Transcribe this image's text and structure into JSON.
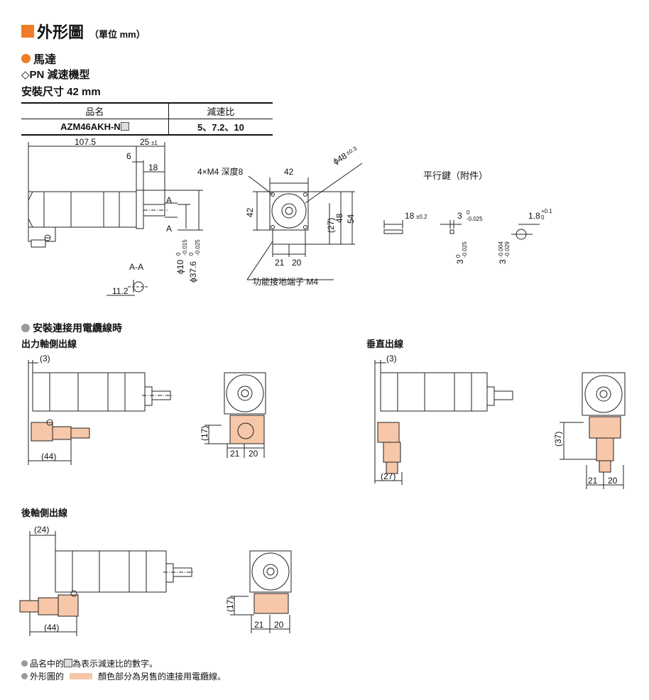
{
  "header": {
    "title": "外形圖",
    "unit": "（單位 mm）"
  },
  "section": {
    "motor": "馬達",
    "type": "◇PN 減速機型",
    "size": "安裝尺寸 42 mm"
  },
  "spec_table": {
    "headers": [
      "品名",
      "減速比"
    ],
    "row": {
      "name": "AZM46AKH-N",
      "ratio": "5、7.2、10"
    }
  },
  "main_drawing": {
    "dims": [
      "107.5",
      "25",
      "±1",
      "6",
      "18",
      "A",
      "A",
      "A-A",
      "11.2",
      "ϕ10",
      "0",
      "-0.015",
      "ϕ37.6",
      "0",
      "-0.025",
      "4×M4 深度8",
      "42",
      "ϕ48",
      "±0.3",
      "42",
      "(27)",
      "48",
      "54",
      "21",
      "20",
      "功能接地端子 M4"
    ],
    "key_title": "平行鍵（附件）",
    "key_dims": [
      "18",
      "±0.2",
      "3",
      "0",
      "-0.025",
      "3",
      "0",
      "-0.025",
      "3",
      "-0.004",
      "-0.029",
      "1.8",
      "+0.1",
      "0"
    ]
  },
  "cable_section": {
    "title": "安裝連接用電纜線時",
    "output": {
      "title": "出力軸側出線",
      "dims": [
        "(3)",
        "(44)",
        "(17)",
        "21",
        "20"
      ]
    },
    "vertical": {
      "title": "垂直出線",
      "dims": [
        "(3)",
        "(27)",
        "(37)",
        "21",
        "20"
      ]
    },
    "rear": {
      "title": "後軸側出線",
      "dims": [
        "(24)",
        "(44)",
        "(17)",
        "21",
        "20"
      ]
    }
  },
  "notes": {
    "n1_pre": "品名中的",
    "n1_post": "為表示減速比的數字。",
    "n2_pre": "外形圖的",
    "n2_post": "顏色部分為另售的連接用電纜線。"
  },
  "colors": {
    "accent": "#f07b26",
    "cable": "#f6c7a8",
    "bullet_gray": "#9a9a9a"
  }
}
